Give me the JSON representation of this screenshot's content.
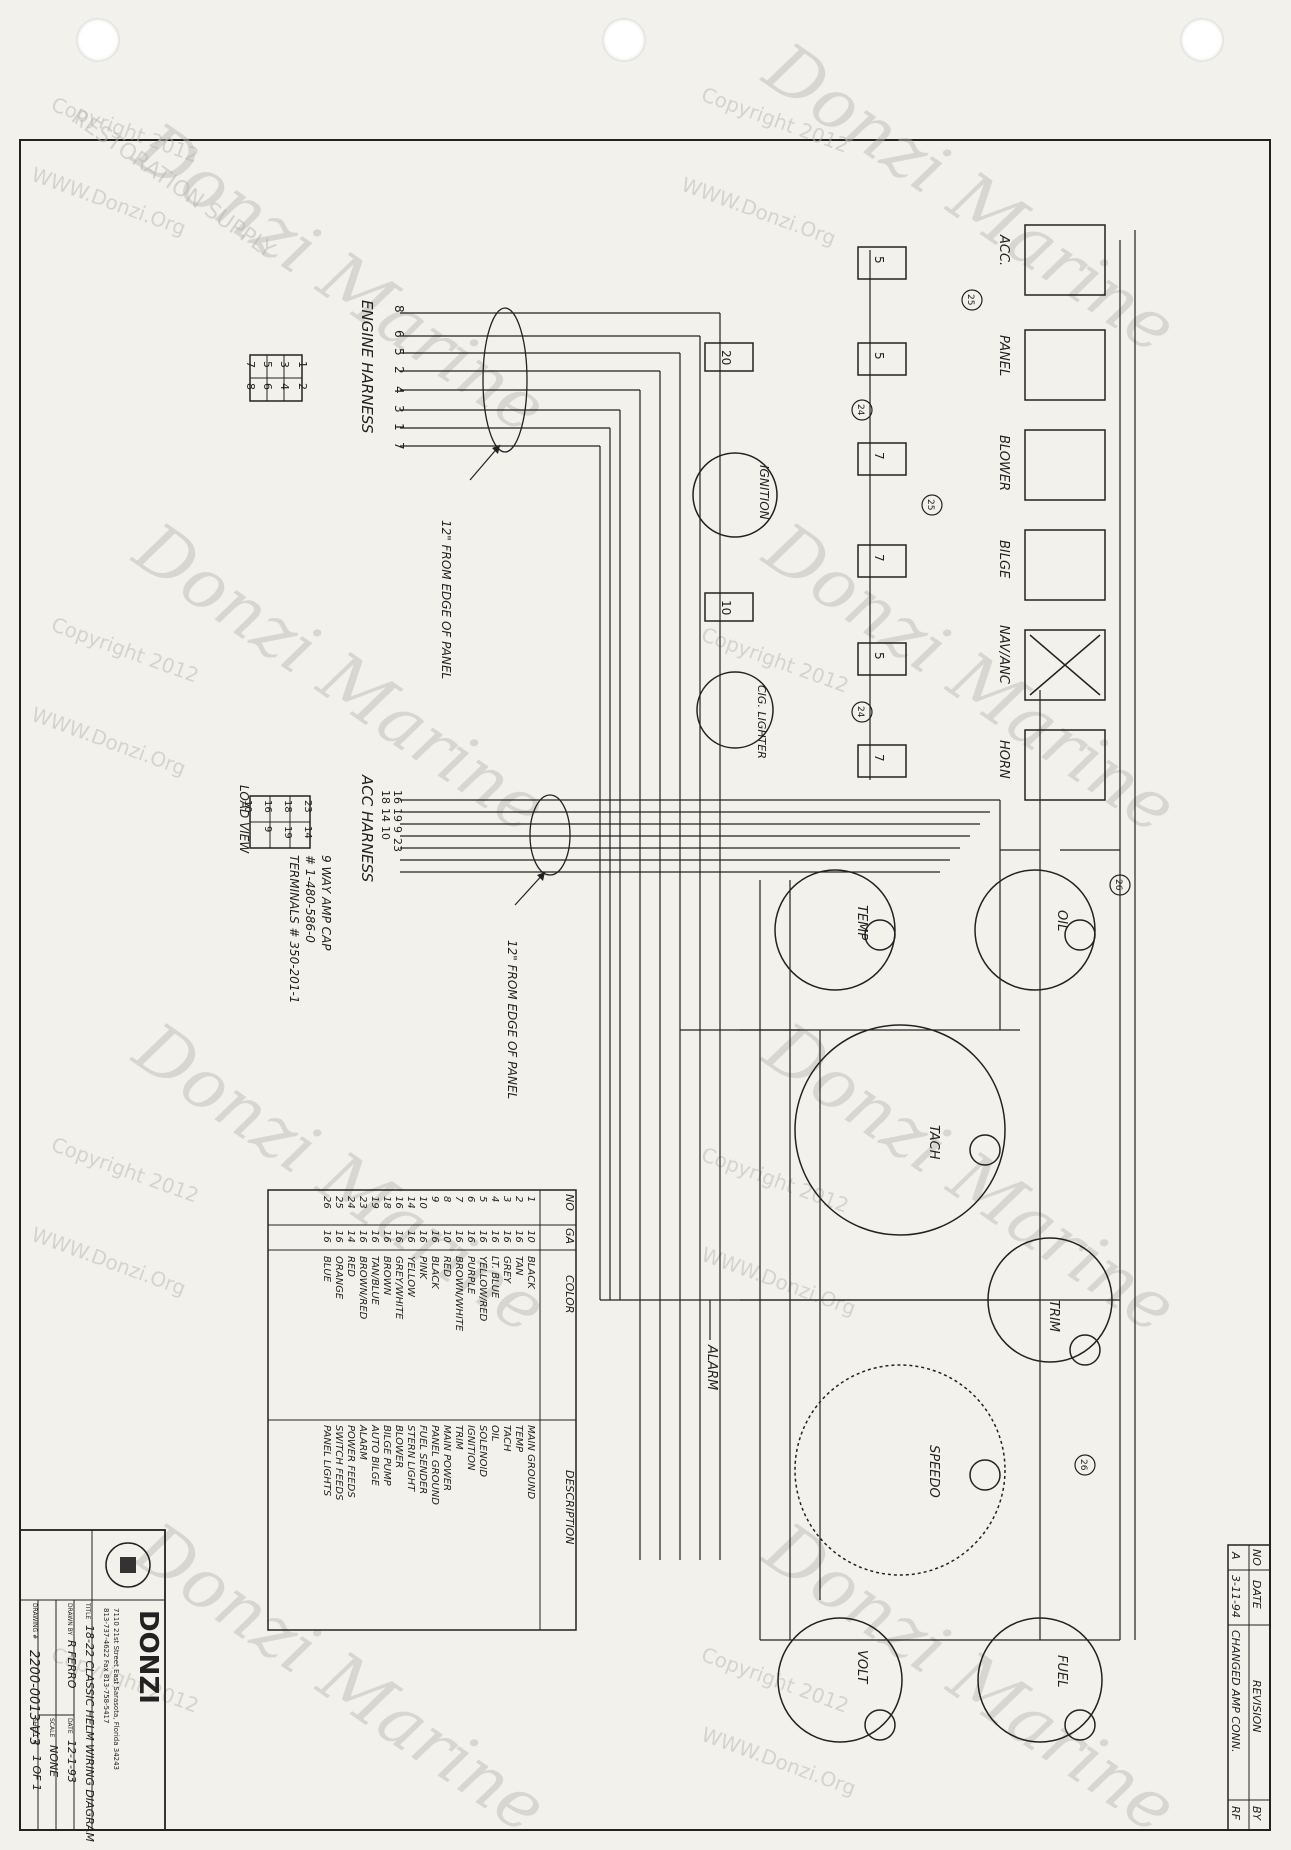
{
  "watermark": {
    "brand": "Donzi Marine",
    "sub": "RESTORATION SUPPLY",
    "copyright": "Copyright 2012",
    "site": "WWW.Donzi.Org"
  },
  "labels": {
    "engine_harness": "ENGINE HARNESS",
    "acc_harness": "ACC HARNESS",
    "load_view": "LOAD VIEW",
    "amp_cap": "9 WAY AMP CAP",
    "amp_part": "# 1-480-586-0",
    "terminals": "TERMINALS # 350-201-1",
    "from_edge_1": "12\" FROM EDGE OF PANEL",
    "from_edge_2": "12\" FROM EDGE OF PANEL",
    "alarm": "ALARM",
    "acc": "ACC.",
    "panel": "PANEL",
    "blower": "BLOWER",
    "bilge": "BILGE",
    "nav_anc": "NAV/ANC",
    "horn": "HORN",
    "ignition": "IGNITION",
    "cig_lighter": "CIG. LIGHTER",
    "temp": "TEMP",
    "oil": "OIL",
    "tach": "TACH",
    "trim": "TRIM",
    "speedo": "SPEEDO",
    "volt": "VOLT",
    "fuel": "FUEL"
  },
  "engine_plug": [
    [
      "1",
      "2"
    ],
    [
      "3",
      "4"
    ],
    [
      "5",
      "6"
    ],
    [
      "7",
      "8"
    ]
  ],
  "engine_pins": [
    "8",
    "6",
    "5",
    "2",
    "4",
    "3",
    "1",
    "7"
  ],
  "acc_plug": [
    [
      "23",
      "14"
    ],
    [
      "18",
      "19"
    ],
    [
      "16",
      "9"
    ],
    [
      "10",
      ""
    ]
  ],
  "acc_pins": [
    "16",
    "19",
    "9",
    "23",
    "18",
    "14",
    "10"
  ],
  "table": {
    "headers": [
      "NO",
      "GA",
      "COLOR",
      "DESCRIPTION"
    ],
    "rows": [
      [
        "1",
        "10",
        "BLACK",
        "MAIN GROUND"
      ],
      [
        "2",
        "16",
        "TAN",
        "TEMP"
      ],
      [
        "3",
        "16",
        "GREY",
        "TACH"
      ],
      [
        "4",
        "16",
        "LT. BLUE",
        "OIL"
      ],
      [
        "5",
        "16",
        "YELLOW/RED",
        "SOLENOID"
      ],
      [
        "6",
        "16",
        "PURPLE",
        "IGNITION"
      ],
      [
        "7",
        "16",
        "BROWN/WHITE",
        "TRIM"
      ],
      [
        "8",
        "10",
        "RED",
        "MAIN POWER"
      ],
      [
        "9",
        "16",
        "BLACK",
        "PANEL GROUND"
      ],
      [
        "10",
        "16",
        "PINK",
        "FUEL SENDER"
      ],
      [
        "14",
        "16",
        "YELLOW",
        "STERN LIGHT"
      ],
      [
        "16",
        "16",
        "GREY/WHITE",
        "BLOWER"
      ],
      [
        "18",
        "16",
        "BROWN",
        "BILGE PUMP"
      ],
      [
        "19",
        "16",
        "TAN/BLUE",
        "AUTO BILGE"
      ],
      [
        "23",
        "16",
        "BROWN/RED",
        "ALARM"
      ],
      [
        "24",
        "14",
        "RED",
        "POWER FEEDS"
      ],
      [
        "25",
        "16",
        "ORANGE",
        "SWITCH FEEDS"
      ],
      [
        "26",
        "16",
        "BLUE",
        "PANEL LIGHTS"
      ]
    ]
  },
  "revision": {
    "headers": [
      "NO",
      "DATE",
      "REVISION",
      "BY"
    ],
    "row": [
      "A",
      "3-11-94",
      "CHANGED AMP CONN.",
      "RF"
    ]
  },
  "title_block": {
    "company": "DONZI",
    "address": "7110 21st Street East   Sarasota, Florida 34243",
    "phone": "813-737-4622   Fax 813-758-5417",
    "title_label": "TITLE",
    "title": "18-22 CLASSIC HELM WIRING DIAGRAM",
    "drawn_label": "DRAWN BY",
    "drawn": "R FERRO",
    "date_label": "DATE",
    "date": "12-1-93",
    "scale_label": "SCALE",
    "scale": "NONE",
    "sheet_label": "SHEET #",
    "sheet": "1 OF 1",
    "drawing_label": "DRAWING #",
    "drawing": "2200-0013-V-3"
  },
  "fuse_numbers": [
    "5",
    "5",
    "7",
    "7",
    "5",
    "7",
    "20",
    "10"
  ],
  "circle_tags": [
    "25",
    "24",
    "25",
    "24",
    "26",
    "26"
  ]
}
